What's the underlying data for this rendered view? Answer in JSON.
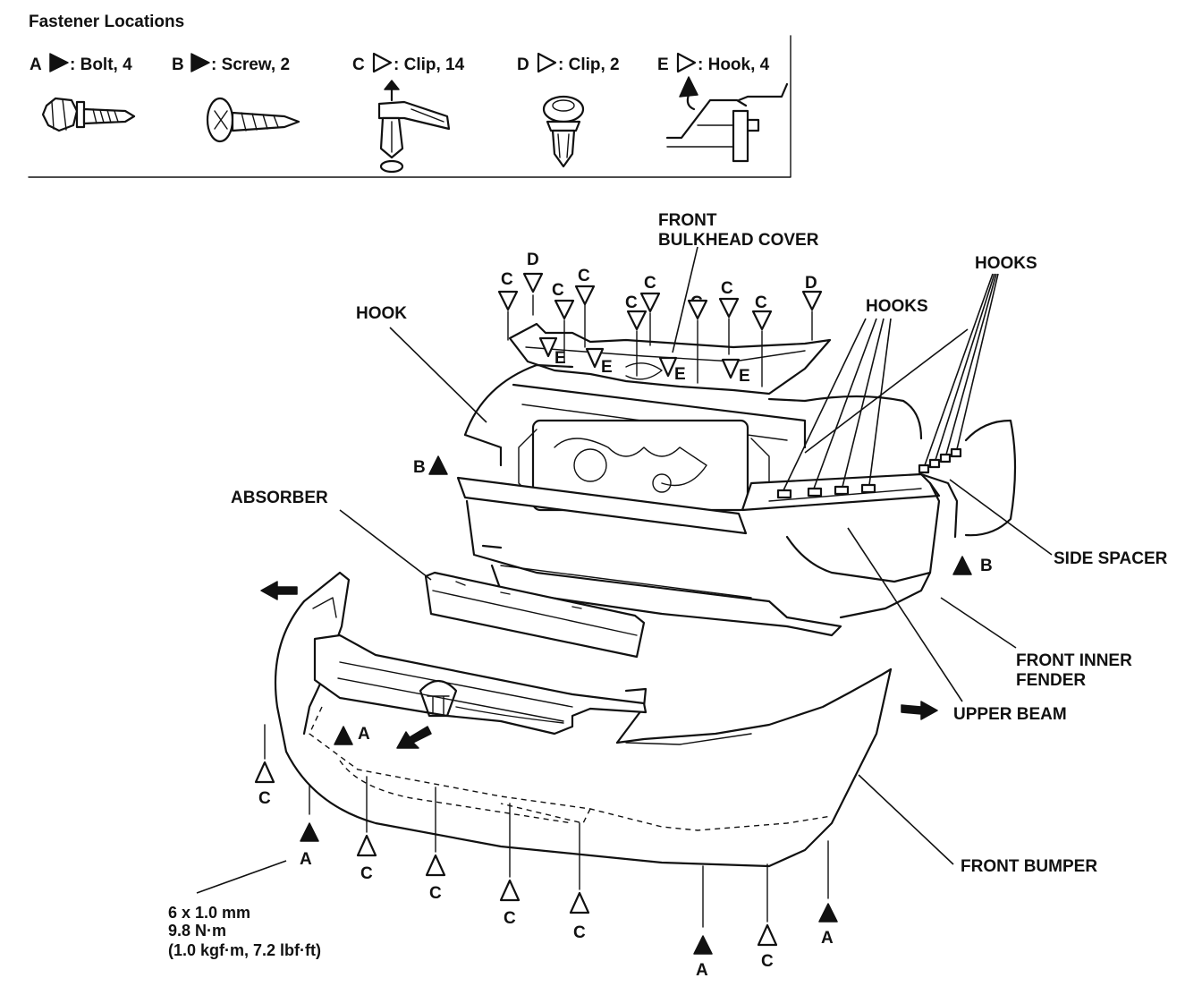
{
  "header": {
    "title": "Fastener Locations"
  },
  "legend": [
    {
      "letter": "A",
      "text": ": Bolt, 4",
      "marker": "filled-triangle-right"
    },
    {
      "letter": "B",
      "text": ": Screw, 2",
      "marker": "filled-triangle-right"
    },
    {
      "letter": "C",
      "text": ": Clip, 14",
      "marker": "open-triangle-right"
    },
    {
      "letter": "D",
      "text": ": Clip, 2",
      "marker": "open-triangle-right"
    },
    {
      "letter": "E",
      "text": ": Hook, 4",
      "marker": "open-triangle-right"
    }
  ],
  "icons": [
    "bolt-icon",
    "screw-icon",
    "clip-c-icon",
    "clip-d-icon",
    "hook-icon"
  ],
  "parts": {
    "front_bulkhead_cover_1": "FRONT",
    "front_bulkhead_cover_2": "BULKHEAD COVER",
    "hook": "HOOK",
    "hooks_left": "HOOKS",
    "hooks_right": "HOOKS",
    "absorber": "ABSORBER",
    "side_spacer": "SIDE SPACER",
    "front_inner_fender_1": "FRONT INNER",
    "front_inner_fender_2": "FENDER",
    "upper_beam": "UPPER BEAM",
    "front_bumper": "FRONT BUMPER"
  },
  "markers": {
    "a": "A",
    "b": "B",
    "c": "C",
    "d": "D",
    "e": "E"
  },
  "torque": {
    "line1": "6 x 1.0 mm",
    "line2": "9.8 N·m",
    "line3": "(1.0 kgf·m, 7.2 lbf·ft)"
  },
  "colors": {
    "ink": "#111111",
    "paper": "#ffffff"
  }
}
